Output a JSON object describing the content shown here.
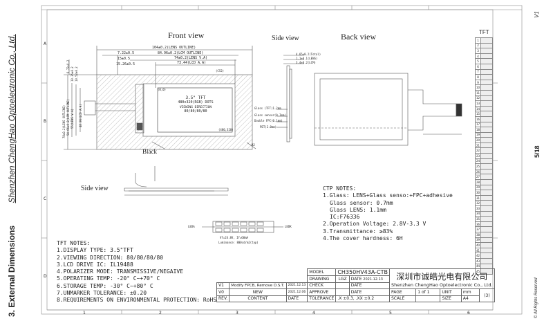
{
  "sidebar": {
    "company_italic": "Shenzhen ChengHao Optoelectronic Co., Ltd.",
    "section": "3. External Dimensions",
    "version": "V1",
    "page": "5/18",
    "rights": "© All Rights Reserved"
  },
  "grid": {
    "cols": [
      "1",
      "2",
      "3",
      "4",
      "5",
      "6"
    ],
    "rows": [
      "A",
      "B",
      "C",
      "D"
    ]
  },
  "views": {
    "front": "Front view",
    "side_top": "Side view",
    "back": "Back view",
    "side_bottom": "Side view",
    "tft_label": "TFT",
    "black_label": "Black"
  },
  "front_dims": {
    "d1": "104±0.2(LENS OUTLINE)",
    "d2": "84.96±0.2(LCM OUTLINE)",
    "d3": "74±0.2(LENS V.A)",
    "d4": "73.44(LCD A.A)",
    "l1": "7.22±0.5",
    "l2": "15±0.5",
    "l3": "15.26±0.5",
    "c521": "(C52)",
    "v1": "6.72±0.2",
    "v2": "10.35±0.2",
    "v3": "10.52±0.2",
    "v4": "78±0.2(LENS OUTLINE)",
    "v5": "54.66±0.2(LCM OUTLINE)",
    "v6": "55(LENS V.A)",
    "v7": "48.96(LCD A.A)",
    "coord1": "(0,0)",
    "coord2": "(480,320)",
    "corner": "R2"
  },
  "screen": {
    "l1": "3.5\" TFT",
    "l2": "480x320(RGB) DOTS",
    "l3": "VIEWING DIRECTION",
    "l4": "80/80/80/80"
  },
  "side_dims": {
    "s1": "4.65±0.2(Total)",
    "s2": "1.1±0.1(LENS)",
    "s3": "3.4±0.2(LCM)",
    "g1": "Glass (TFT)1.2mm",
    "g2": "Glass sensor(0.7mm)",
    "g3": "Double FPC(0.1mm)",
    "g4": "PET(2.0mm)"
  },
  "led": {
    "a": "LEDA",
    "k": "LEDK",
    "vf": "Vf=24.8V, If=60mA",
    "lum": "Luminance: 800cd/m2(typ)"
  },
  "ctp_notes": {
    "title": "CTP NOTES:",
    "items": [
      "1.Glass: LENS+Glass senso:+FPC+adhesive",
      "  Glass sensor: 0.7mm",
      "  Glass LENS: 1.1mm",
      "  IC:F76336",
      "2.Operation Voltage: 2.8V-3.3 V",
      "3.Transmittance: ≥83%",
      "4.The cover hardness: 6H"
    ]
  },
  "tft_notes": {
    "title": "TFT NOTES:",
    "items": [
      "1.DISPLAY TYPE: 3.5\"TFT",
      "2.VIEWING DIRECTION: 80/80/80/80",
      "3.LCD DRIVE IC: IL19488",
      "4.POLARIZER MODE: TRANSMISSIVE/NEGAIVE",
      "5.OPERATING TEMP: -20° C~+70° C",
      "6.STORAGE TEMP: -30° C~+80° C",
      "7.UNMARKER TOLERANCE: ±0.20",
      "8.REQUIREMENTS ON ENVIRONMENTAL PROTECTION: RoHS"
    ]
  },
  "title_block": {
    "model_label": "MODEL",
    "model": "CH350HV43A-CTB",
    "drawing_label": "DRAWING",
    "drawing": "LGZ",
    "date_label": "DATE",
    "date": "2021.12.13",
    "check_label": "CHECK",
    "approve_label": "APPROVE",
    "company_cn": "深圳市诚皓光电有限公司",
    "company_en": "Shenzhen ChengHao Optoelectronic Co., Ltd.",
    "rev_rows": [
      {
        "rev": "V1",
        "content": "Modify FPCB, Remove D.S.T.",
        "date": "2021.12.13"
      },
      {
        "rev": "V0",
        "content": "NEW",
        "date": "2021.12.06"
      }
    ],
    "rev_label": "REV.",
    "content_label": "CONTENT",
    "tolerance_label": "TOLERANCE",
    "tolerance": ".X ±0.3, .XX ±0.2",
    "scale_label": "SCALE",
    "page_label": "PAGE",
    "page_value": "1 of 1",
    "unit_label": "UNIT",
    "unit": "mm",
    "size_label": "SIZE",
    "size": "A4",
    "proj": "(3)"
  },
  "pins": [
    "1",
    "2",
    "3",
    "4",
    "5",
    "6",
    "7",
    "8",
    "9",
    "10",
    "11",
    "12",
    "13",
    "14",
    "15",
    "16",
    "17",
    "18",
    "19",
    "20",
    "21",
    "22",
    "23",
    "24",
    "25",
    "26",
    "27",
    "28",
    "29",
    "30",
    "31",
    "32",
    "33",
    "34",
    "35",
    "36",
    "37",
    "38",
    "39",
    "40",
    "41",
    "42",
    "43",
    "44",
    "45"
  ]
}
